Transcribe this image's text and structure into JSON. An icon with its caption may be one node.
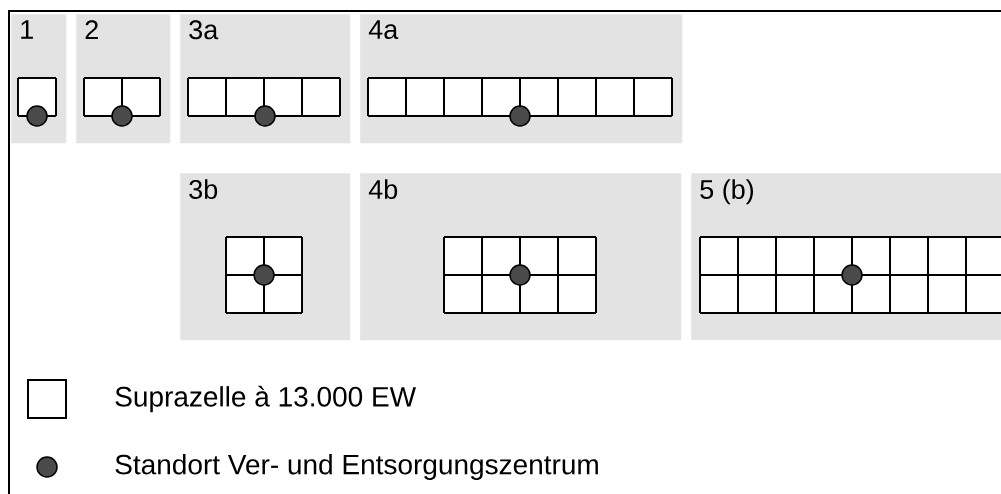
{
  "diagram": {
    "nodes": [
      {
        "text": [
          "1"
        ]
      },
      {
        "text": [
          "2"
        ]
      },
      {
        "text": [
          "3a"
        ]
      },
      {
        "text": [
          "4a"
        ]
      },
      {
        "text": [
          "3b"
        ]
      },
      {
        "text": [
          "4b"
        ]
      },
      {
        "text": [
          "5 (b)"
        ]
      }
    ],
    "legend": [
      {
        "text": "Suprazelle à 13.000 EW"
      },
      {
        "text": "Standort Ver- und Entsorgungszentrum"
      }
    ]
  }
}
